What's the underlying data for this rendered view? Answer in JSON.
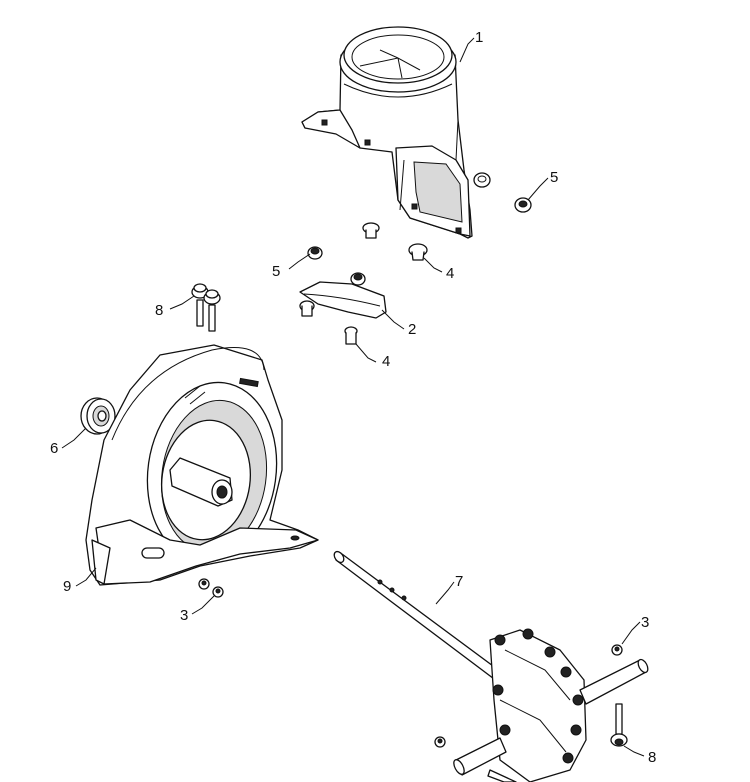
{
  "callouts": [
    {
      "id": "c1",
      "label": "1"
    },
    {
      "id": "c5a",
      "label": "5"
    },
    {
      "id": "c5b",
      "label": "5"
    },
    {
      "id": "c4a",
      "label": "4"
    },
    {
      "id": "c4b",
      "label": "4"
    },
    {
      "id": "c2",
      "label": "2"
    },
    {
      "id": "c8a",
      "label": "8"
    },
    {
      "id": "c8b",
      "label": "8"
    },
    {
      "id": "c6",
      "label": "6"
    },
    {
      "id": "c9",
      "label": "9"
    },
    {
      "id": "c3a",
      "label": "3"
    },
    {
      "id": "c3b",
      "label": "3"
    },
    {
      "id": "c7",
      "label": "7"
    }
  ]
}
